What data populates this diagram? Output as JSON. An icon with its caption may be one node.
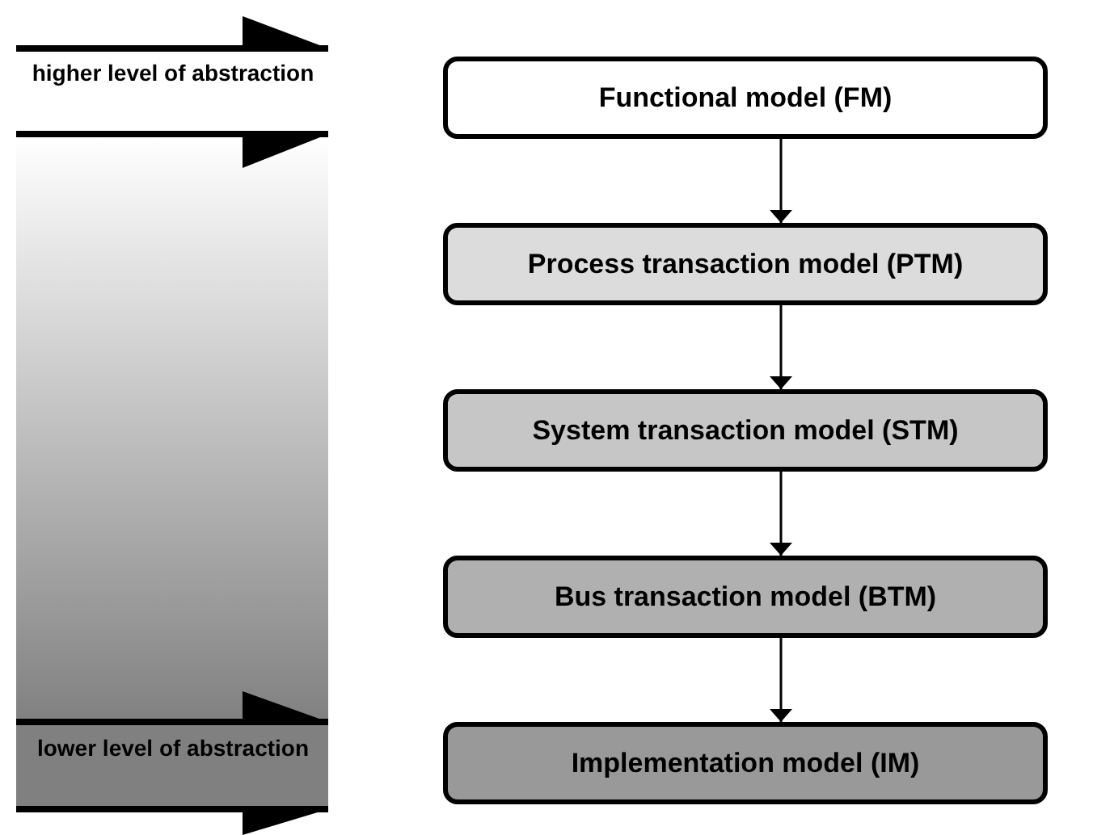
{
  "diagram": {
    "nodes": [
      {
        "text": [
          "Functional model (FM)"
        ]
      },
      {
        "text": [
          "Process transaction model (PTM)"
        ]
      },
      {
        "text": [
          "System transaction model (STM)"
        ]
      },
      {
        "text": [
          "Bus transaction model (BTM)"
        ]
      },
      {
        "text": [
          "Implementation model (IM)"
        ]
      }
    ],
    "edges": [
      {
        "from": 0,
        "to": 1,
        "arrow": "to"
      },
      {
        "from": 1,
        "to": 2,
        "arrow": "to"
      },
      {
        "from": 2,
        "to": 3,
        "arrow": "to"
      },
      {
        "from": 3,
        "to": 4,
        "arrow": "to"
      }
    ],
    "labels": [
      "higher level of abstraction",
      "lower level of abstraction"
    ]
  }
}
